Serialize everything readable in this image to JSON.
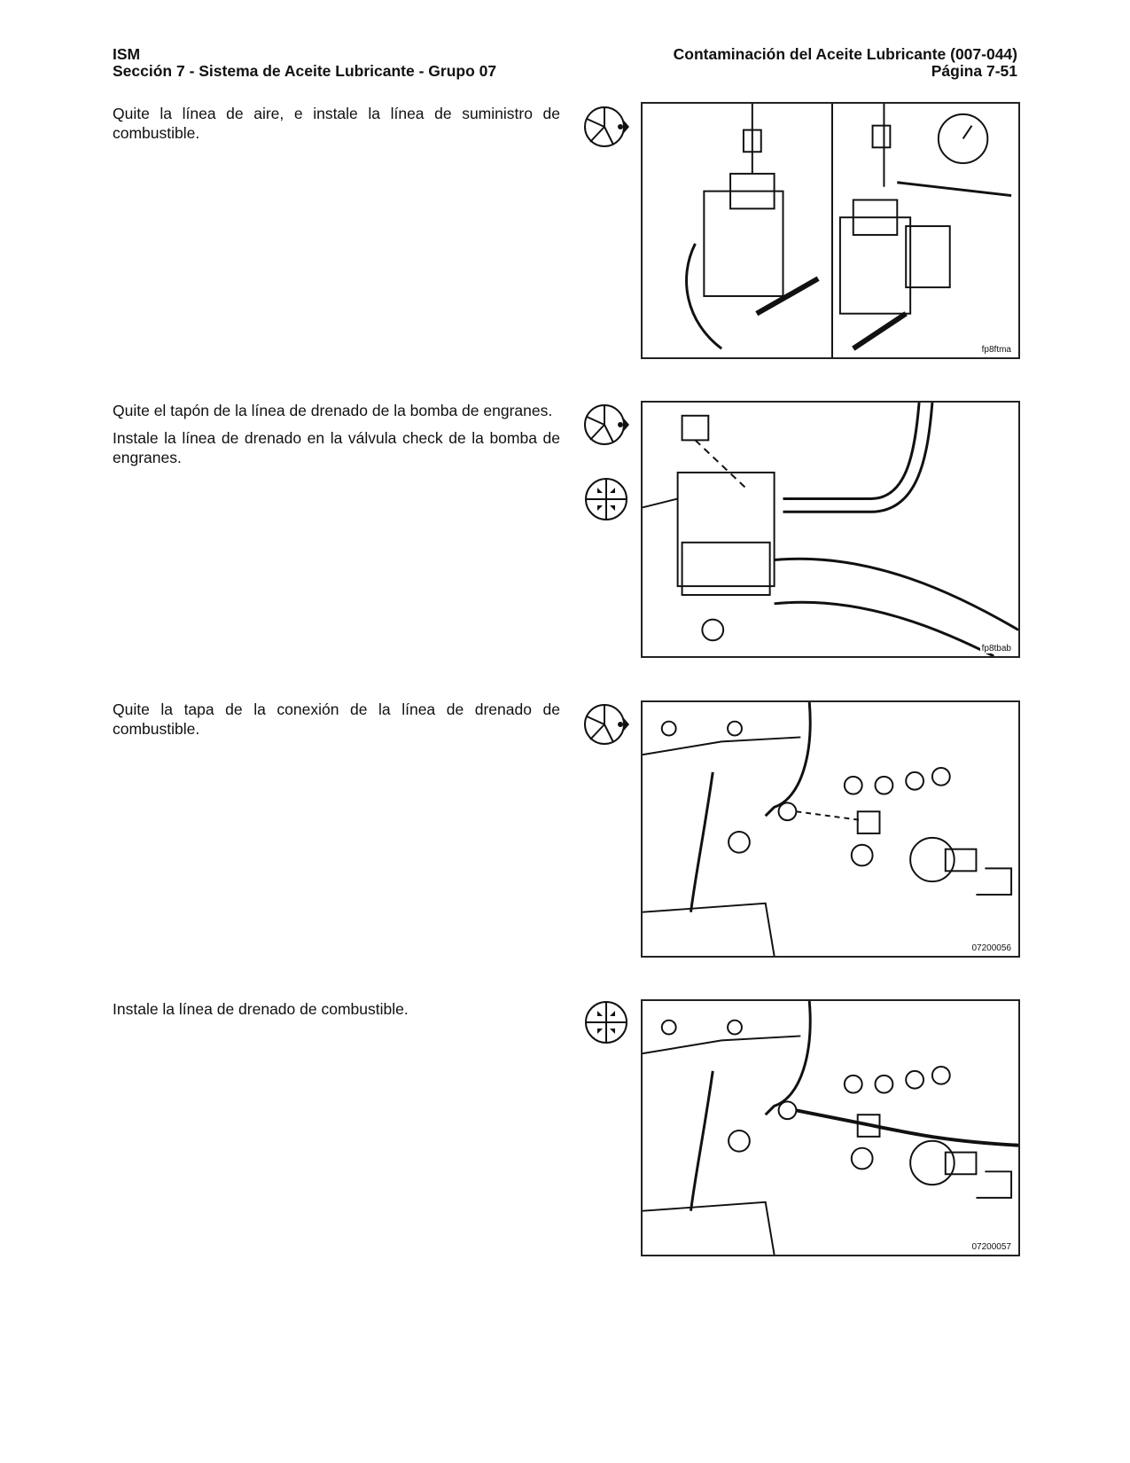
{
  "header": {
    "left_line1": "ISM",
    "left_line2": "Sección 7 - Sistema de Aceite Lubricante - Grupo 07",
    "right_line1": "Contaminación del Aceite Lubricante (007-044)",
    "right_line2": "Página 7-51"
  },
  "steps": [
    {
      "paragraphs": [
        "Quite la línea de aire, e instale la línea de suministro de combustible."
      ],
      "icons": [
        "remove-icon"
      ],
      "figure_code": "fp8ftma"
    },
    {
      "paragraphs": [
        "Quite el tapón de la línea de drenado de la bomba de engranes.",
        "Instale la línea de drenado en la válvula check de la bomba de engranes."
      ],
      "icons": [
        "remove-icon",
        "install-icon"
      ],
      "figure_code": "fp8tbab"
    },
    {
      "paragraphs": [
        "Quite la tapa de la conexión de la línea de drenado de combustible."
      ],
      "icons": [
        "remove-icon"
      ],
      "figure_code": "07200056"
    },
    {
      "paragraphs": [
        "Instale la línea de drenado de combustible."
      ],
      "icons": [
        "install-icon"
      ],
      "figure_code": "07200057"
    }
  ]
}
